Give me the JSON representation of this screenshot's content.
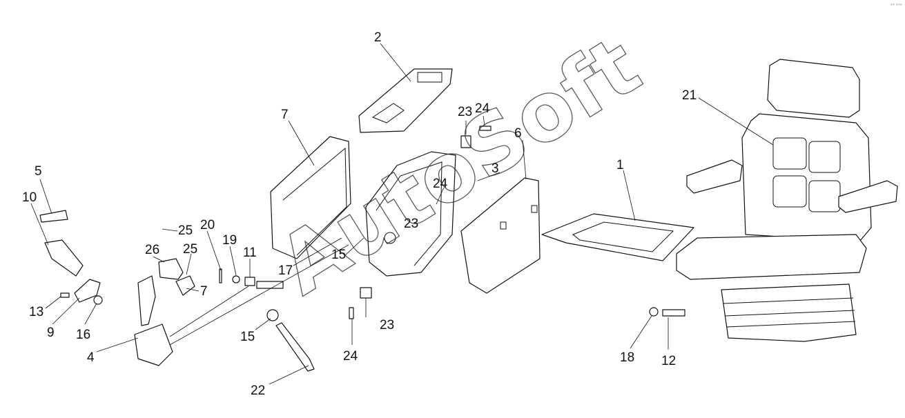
{
  "watermark": "AutoSoft",
  "corner_mark": "°° °°°",
  "callouts": [
    "2",
    "23",
    "24",
    "7",
    "6",
    "3",
    "21",
    "1",
    "24",
    "5",
    "10",
    "25",
    "20",
    "19",
    "11",
    "26",
    "25",
    "7",
    "23",
    "17",
    "15",
    "13",
    "9",
    "16",
    "4",
    "15",
    "23",
    "24",
    "22",
    "18",
    "12"
  ]
}
